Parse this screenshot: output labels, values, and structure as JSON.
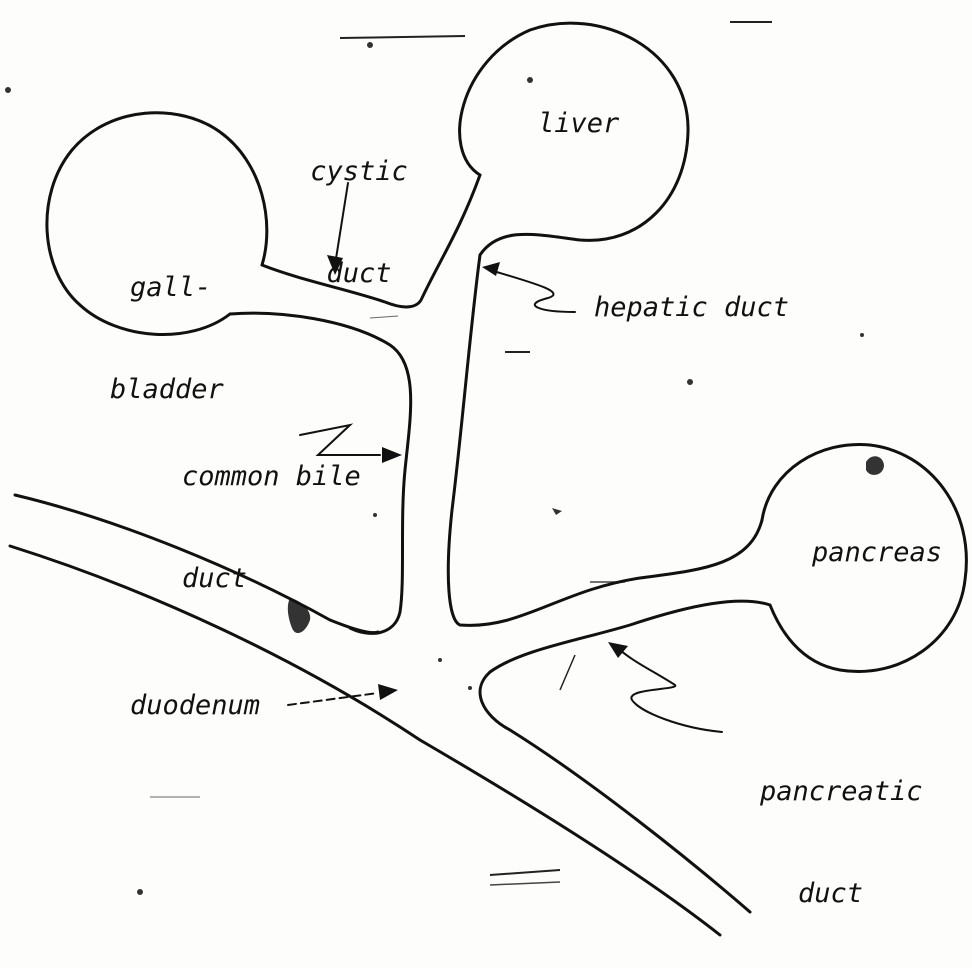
{
  "labels": {
    "cystic_duct": [
      "cystic",
      "duct"
    ],
    "liver": "liver",
    "gallbladder": [
      "gall-",
      "bladder"
    ],
    "hepatic_duct": "hepatic duct",
    "common_bile_duct": [
      "common bile",
      "duct"
    ],
    "pancreas": "pancreas",
    "duodenum": "duodenum",
    "pancreatic_duct": [
      "pancreatic",
      "duct"
    ]
  }
}
